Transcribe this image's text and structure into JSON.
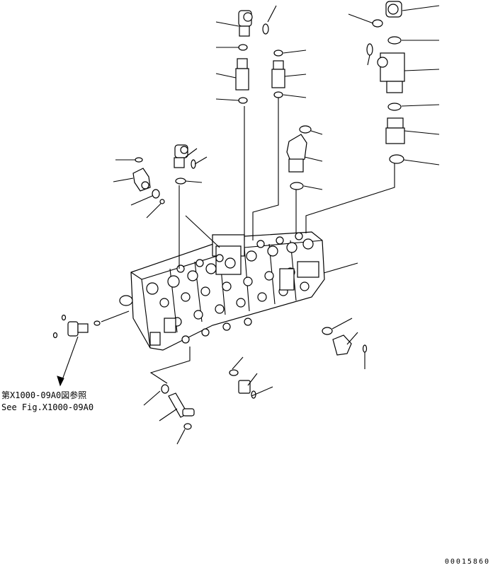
{
  "reference_note": {
    "japanese": "第X1000-09A0図参照",
    "english": "See Fig.X1000-09A0"
  },
  "document_id": "00015860",
  "colors": {
    "line": "#000000",
    "background": "#ffffff"
  }
}
